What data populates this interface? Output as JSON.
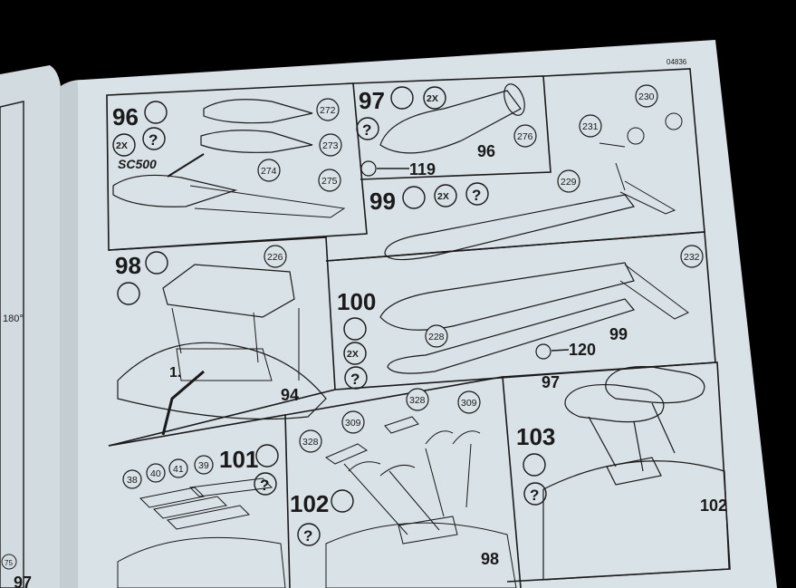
{
  "page": {
    "code": "04836",
    "left_fragment": [
      "180°",
      "75",
      "97"
    ]
  },
  "steps": {
    "s96": {
      "number": "96",
      "multiplier": "2X",
      "bomb_label": "SC500",
      "parts": [
        "272",
        "273",
        "274",
        "275"
      ]
    },
    "s97": {
      "number": "97",
      "multiplier": "2X",
      "parts": [
        "276"
      ],
      "ref_step": "96",
      "ref_next": "119"
    },
    "s99": {
      "number": "99",
      "multiplier": "2X",
      "parts": [
        "229",
        "230",
        "231"
      ]
    },
    "s98": {
      "number": "98",
      "sub": "1.",
      "parts": [
        "226"
      ],
      "ref_step": "94"
    },
    "s100": {
      "number": "100",
      "multiplier": "2X",
      "parts": [
        "228",
        "232"
      ],
      "ref_step": "99",
      "ref_next": "120"
    },
    "s101": {
      "number": "101",
      "parts": [
        "38",
        "40",
        "41",
        "39"
      ]
    },
    "s102": {
      "number": "102",
      "parts": [
        "328",
        "309",
        "328",
        "309"
      ],
      "ref_step": "98"
    },
    "s103": {
      "number": "103",
      "ref_part": "97",
      "ref_step": "102"
    }
  },
  "colors": {
    "paper": "#d9e2e6",
    "ink": "#1a1a1a",
    "background": "#000000"
  }
}
